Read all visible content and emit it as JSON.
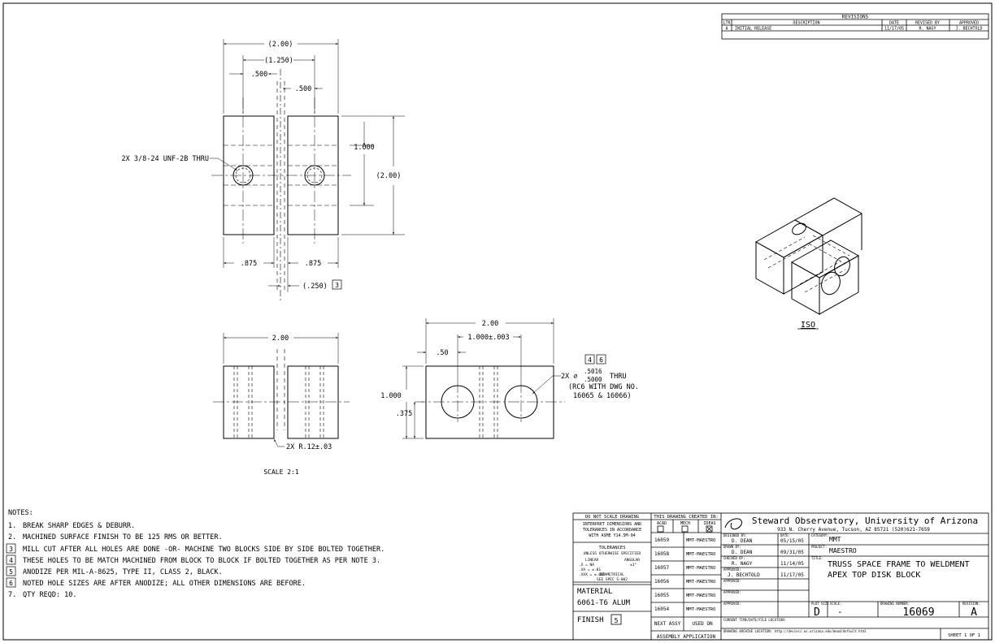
{
  "revisions": {
    "title": "REVISIONS",
    "headers": [
      "LTR",
      "DESCRIPTION",
      "DATE",
      "REVISED BY",
      "APPROVED"
    ],
    "rows": [
      [
        "A",
        "INITIAL RELEASE",
        "11/17/05",
        "R. NAGY",
        "J. BECHTOLD"
      ]
    ]
  },
  "top_view": {
    "dim_overall": "(2.00)",
    "dim_holes": "(1.250)",
    "dim_left": ".500",
    "dim_right": ".500",
    "hole_callout": "2X 3/8-24 UNF-2B THRU",
    "dim_hole_height": "1.000",
    "dim_height": "(2.00)",
    "dim_width_left": ".875",
    "dim_width_right": ".875",
    "dim_gap": "(.250)",
    "gap_note": "3"
  },
  "front_view": {
    "dim_overall": "2.00",
    "fillet_callout": "2X R.12±.03",
    "scale": "SCALE 2:1"
  },
  "side_view": {
    "dim_overall": "2.00",
    "dim_hole_spacing": "1.000±.003",
    "dim_edge": ".50",
    "dim_height": "1.000",
    "dim_hole_height": ".375",
    "notes_flags": [
      "4",
      "6"
    ],
    "hole_callout_prefix": "2X ⌀",
    "hole_dia_upper": ".5016",
    "hole_dia_lower": ".5000",
    "hole_callout_suffix": "THRU",
    "hole_callout_line2": "(RC6 WITH DWG NO.",
    "hole_callout_line3": "16065 & 16066)"
  },
  "iso_label": "ISO",
  "notes": {
    "title": "NOTES:",
    "items": [
      {
        "num": "1.",
        "flag": false,
        "text": "BREAK SHARP EDGES & DEBURR."
      },
      {
        "num": "2.",
        "flag": false,
        "text": "MACHINED SURFACE FINISH TO BE 125 RMS OR BETTER."
      },
      {
        "num": "3",
        "flag": true,
        "text": "MILL CUT AFTER ALL HOLES ARE DONE -OR- MACHINE TWO BLOCKS SIDE BY SIDE BOLTED TOGETHER."
      },
      {
        "num": "4",
        "flag": true,
        "text": "THESE HOLES TO BE MATCH MACHINED FROM BLOCK TO BLOCK IF BOLTED TOGETHER AS PER NOTE 3."
      },
      {
        "num": "5",
        "flag": true,
        "text": "ANODIZE PER MIL-A-8625, TYPE II, CLASS 2, BLACK."
      },
      {
        "num": "6",
        "flag": true,
        "text": "NOTED HOLE SIZES ARE AFTER ANODIZE; ALL OTHER DIMENSIONS ARE BEFORE."
      },
      {
        "num": "7.",
        "flag": false,
        "text": "QTY REQD: 10."
      }
    ]
  },
  "title_block": {
    "do_not_scale": "DO NOT SCALE DRAWING",
    "interpret_1": "INTERPRET DIMENSIONS AND",
    "interpret_2": "TOLERANCES IN ACCORDANCE",
    "interpret_3": "WITH ASME Y14.5M-94",
    "tolerances": "TOLERANCES",
    "unless": "UNLESS OTHERWISE SPECIFIED",
    "linear": "LINEAR",
    "angular": "ANGULAR",
    "tol_x": ".X    = NA",
    "tol_xx": ".XX   = ±.01",
    "tol_xxx": ".XXX  = ±.005",
    "tol_ang": "±1°",
    "diametrical": "DIAMETRICAL",
    "spec": "SEE SPEC S-002",
    "material_label": "MATERIAL",
    "material": "6061-T6 ALUM",
    "finish_label": "FINISH",
    "finish_note": "5",
    "created_in": "THIS DRAWING CREATED IN:",
    "cad_options": [
      {
        "label": "ACAD",
        "checked": false
      },
      {
        "label": "MECH",
        "checked": false
      },
      {
        "label": "IDEAS",
        "checked": true
      }
    ],
    "assy_rows": [
      [
        "16059",
        "MMT-MAESTRO"
      ],
      [
        "16058",
        "MMT-MAESTRO"
      ],
      [
        "16057",
        "MMT-MAESTRO"
      ],
      [
        "16056",
        "MMT-MAESTRO"
      ],
      [
        "16055",
        "MMT-MAESTRO"
      ],
      [
        "16054",
        "MMT-MAESTRO"
      ]
    ],
    "next_assy": "NEXT ASSY",
    "used_on": "USED ON",
    "assembly_app": "ASSEMBLY APPLICATION",
    "org_name": "Steward Observatory, University of Arizona",
    "org_address": "933 N. Cherry Avenue, Tucson, AZ  85721   (520)621-7659",
    "designed_by_label": "DESIGNED BY:",
    "designed_by": "D. DEAN",
    "date_label": "DATE:",
    "designed_date": "05/15/05",
    "drawn_by_label": "DRAWN BY:",
    "drawn_by": "D. DEAN",
    "drawn_date": "09/31/05",
    "checked_by_label": "CHECKED BY:",
    "checked_by": "R. NAGY",
    "checked_date": "11/14/05",
    "approved_label": "APPROVED:",
    "approved_by": "J. BECHTOLD",
    "approved_date": "11/17/05",
    "category_label": "CATEGORY:",
    "category": "MMT",
    "project_label": "PROJECT:",
    "project": "MAESTRO",
    "title_label": "TITLE:",
    "title_line1": "TRUSS SPACE FRAME TO WELDMENT",
    "title_line2": "APEX TOP DISK BLOCK",
    "plot_size_label": "PLOT SIZE",
    "plot_size": "D",
    "scale_label": "SCALE:",
    "scale": "-",
    "drawing_number_label": "DRAWING NUMBER:",
    "drawing_number": "16069",
    "revision_label": "REVISION:",
    "revision": "A",
    "current_time_label": "CURRENT TIME/DATE/FILE LOCATION:",
    "archive_label": "DRAWING ARCHIVE LOCATION: http://devinci.as.arizona.edu/mead/default.html",
    "sheet": "SHEET 1  OF 1"
  }
}
